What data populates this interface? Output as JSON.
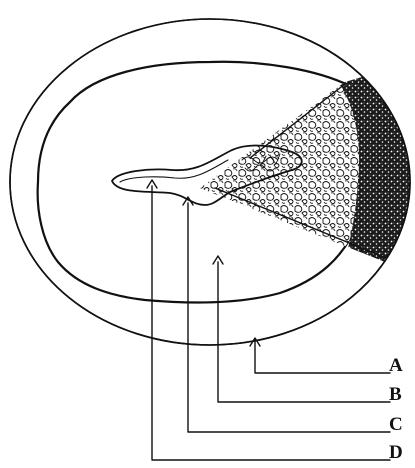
{
  "figure": {
    "labels": {
      "a": "A",
      "b": "B",
      "c": "C",
      "d": "D"
    },
    "colors": {
      "ink": "#111111",
      "paper": "#ffffff"
    }
  }
}
